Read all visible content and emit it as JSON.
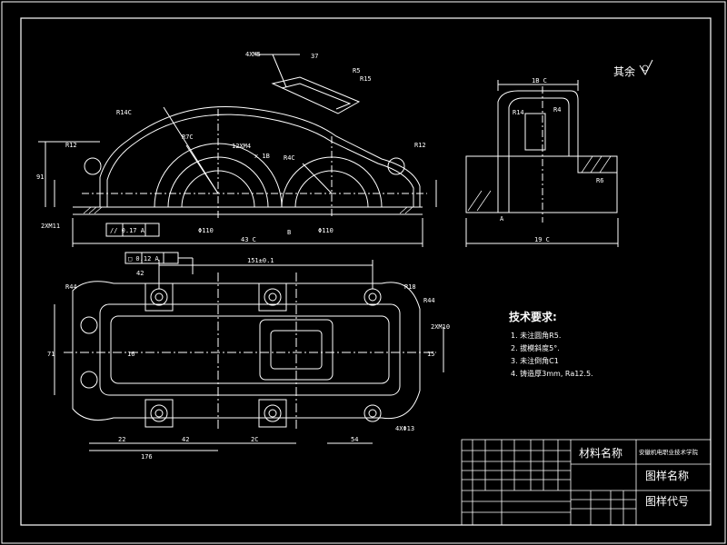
{
  "drawing": {
    "surface_finish_note": "其余",
    "tech_requirements": {
      "title": "技术要求:",
      "items": [
        "1. 未注圆角R5.",
        "2. 拔模斜度5°.",
        "3. 未注倒角C1",
        "4. 铸造厚3mm, Ra12.5."
      ]
    },
    "title_block": {
      "material": "材料名称",
      "drawing_name": "图样名称",
      "drawing_code": "图样代号",
      "school": "安徽机电职业技术学院"
    },
    "front_view_dims": {
      "overall_width": "43 C",
      "r140": "R14C",
      "r70": "R7C",
      "r40": "R4C",
      "r12_left": "R12",
      "r12_right": "R12",
      "thread_top": "4XM5",
      "thread_mid": "12XM4",
      "depth_label": "x 1B",
      "hole_left": "2XM11",
      "dim_91": "91",
      "bore_left": "Φ110",
      "bore_right": "Φ110",
      "tol_box": "// 0.17 A",
      "datum_a": "A",
      "datum_b": "B",
      "dim_37": "37",
      "r5": "R5",
      "r15": "R15"
    },
    "side_view_dims": {
      "top_width": "1B C",
      "overall_width": "19 C",
      "r14": "R14",
      "r4": "R4",
      "r6": "R6",
      "datum_a": "A"
    },
    "top_view_dims": {
      "overall": "151±0.1",
      "flatness_box": "□ 0.12 A",
      "dim_42_top": "42",
      "r44_left": "R44",
      "r44_right": "R44",
      "r18": "R18",
      "hole_right": "2XM10",
      "hole_bottom": "4XΦ13",
      "dim_176": "176",
      "dim_22": "22",
      "dim_42": "42",
      "dim_2c": "2C",
      "dim_54": "54",
      "dim_71": "71",
      "dim_16": "16",
      "dim_15": "15"
    }
  },
  "colors": {
    "background": "#000000",
    "line": "#ffffff",
    "hatch": "#ffffff"
  }
}
